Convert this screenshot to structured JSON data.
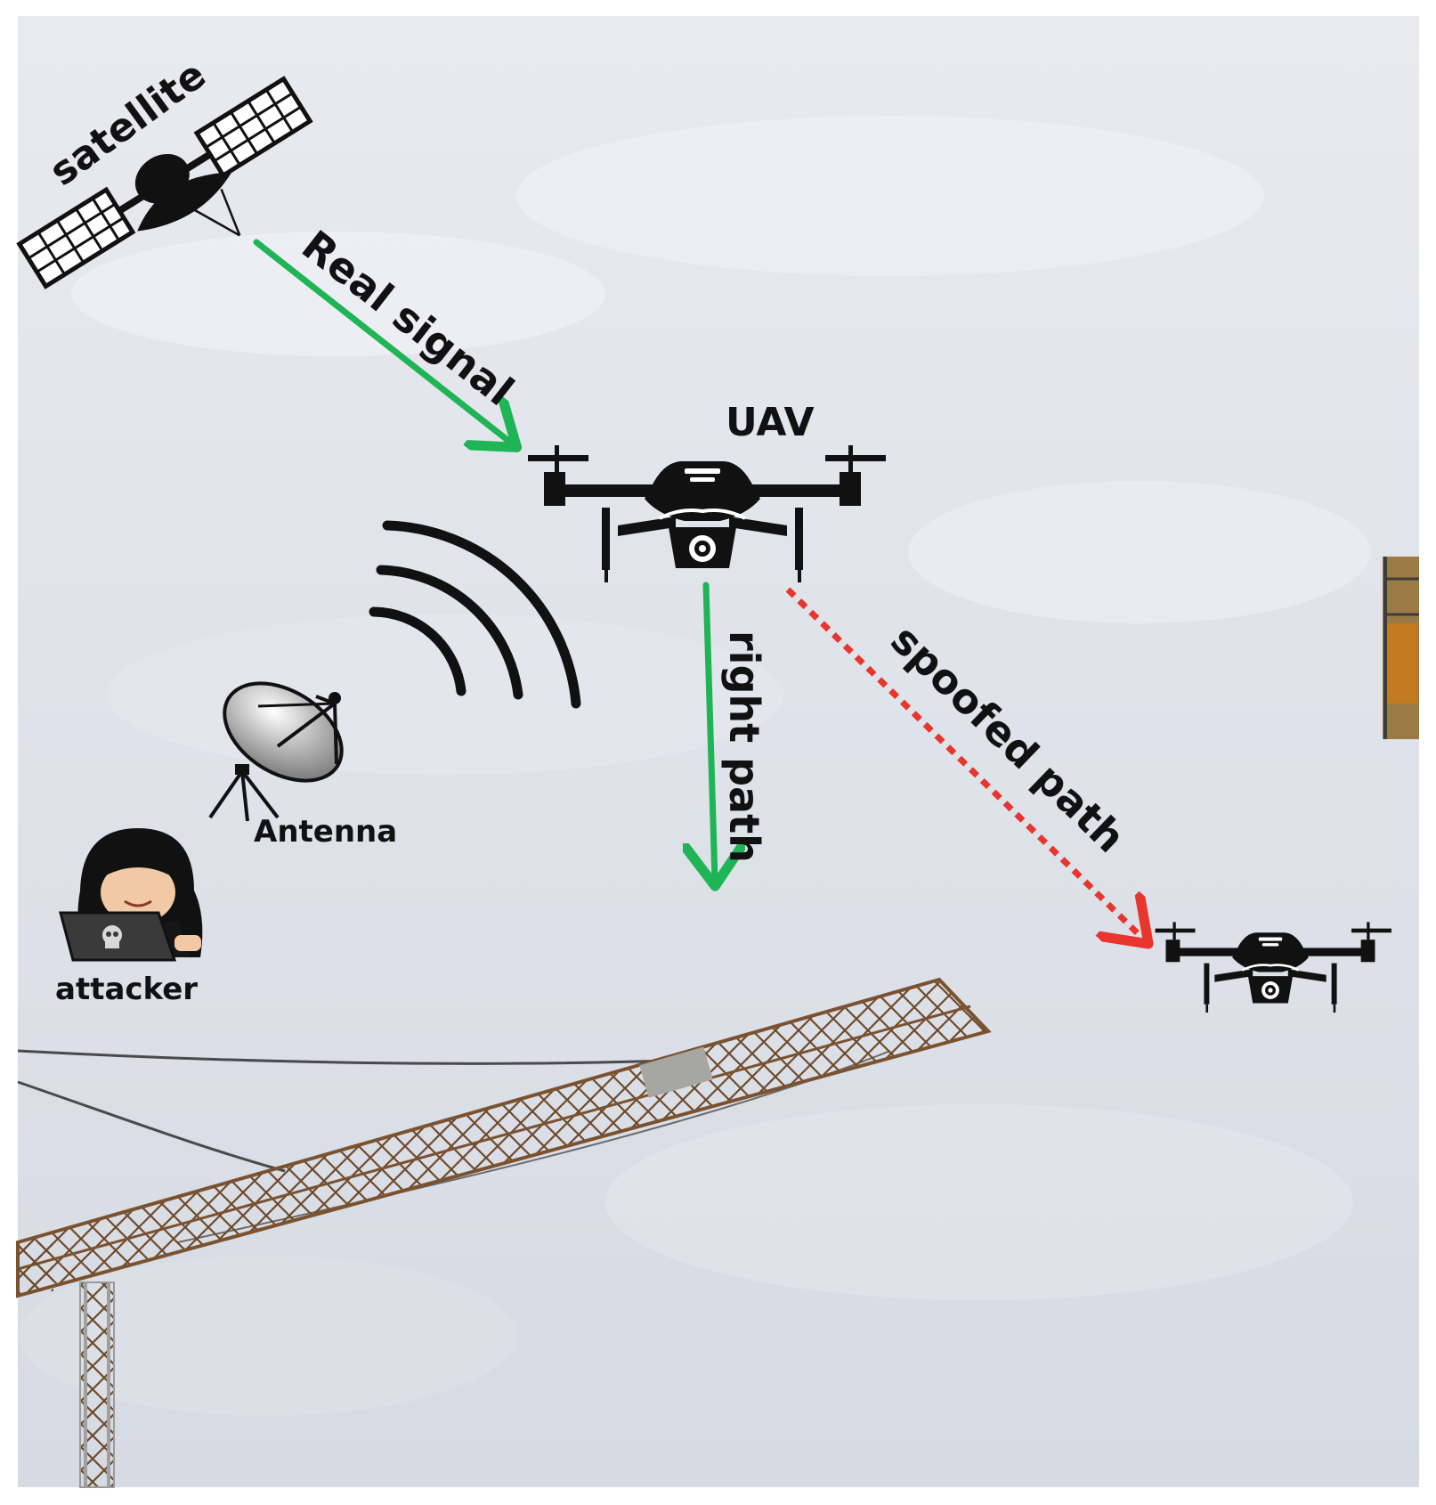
{
  "labels": {
    "satellite": "satellite",
    "real_signal": "Real signal",
    "uav": "UAV",
    "right_path": "right path",
    "spoofed_path": "spoofed path",
    "antenna": "Antenna",
    "attacker": "attacker"
  },
  "colors": {
    "real_path": "#1fb455",
    "spoofed_path": "#e8362f",
    "icons": "#111111",
    "crane": "#8a5a2e"
  },
  "icons": {
    "satellite": "satellite-icon",
    "uav": "drone-icon",
    "spoofed_uav": "drone-icon",
    "signal": "wifi-signal-icon",
    "antenna": "satellite-dish-icon",
    "attacker": "hooded-hacker-icon"
  }
}
